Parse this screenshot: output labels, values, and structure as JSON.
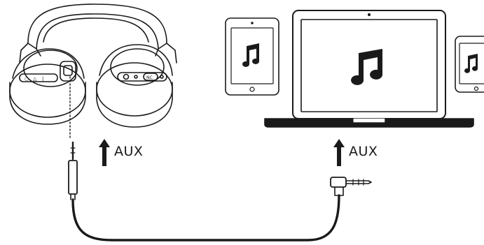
{
  "labels": {
    "aux_left": "AUX",
    "aux_right": "AUX"
  },
  "devices": {
    "headphones_buttons": {
      "left": [
        "",
        "",
        ""
      ],
      "right": [
        "NC"
      ]
    }
  },
  "icons": {
    "music_note": "music-note-icon",
    "up_arrow": "up-arrow-icon"
  },
  "colors": {
    "line": "#1a1a1a",
    "background": "#ffffff"
  }
}
